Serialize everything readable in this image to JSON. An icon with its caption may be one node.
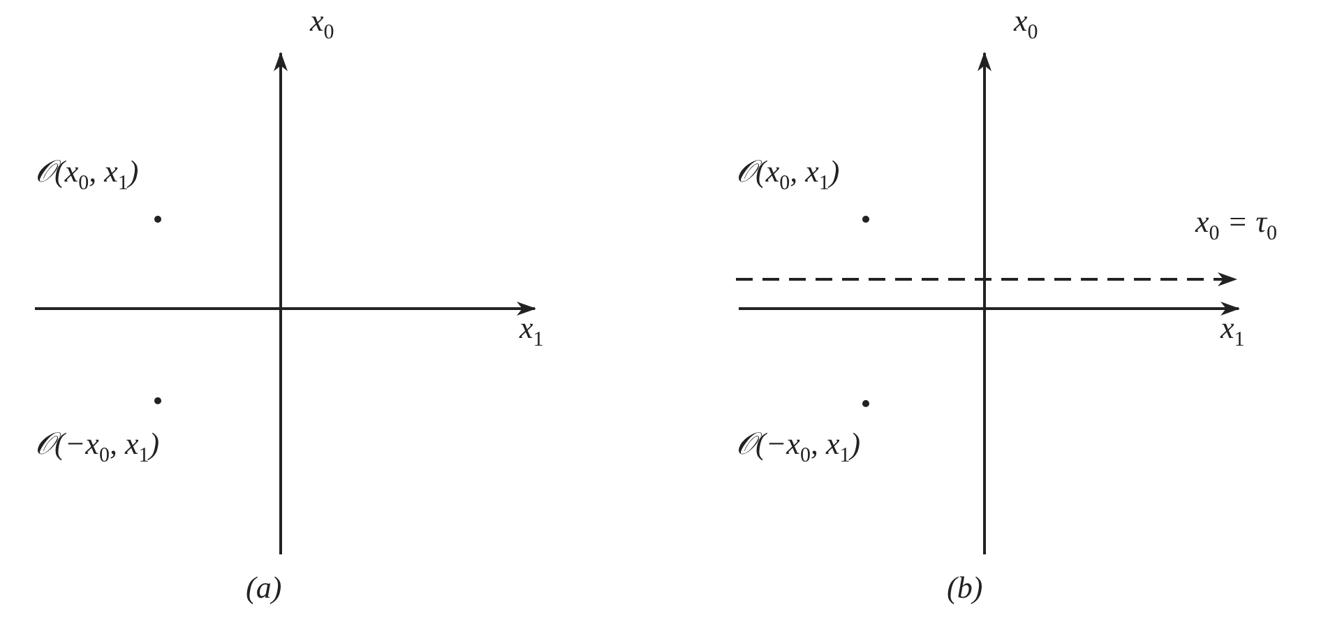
{
  "diagram": {
    "labels": [
      "x$_{0}$",
      "𝒪(x$_{0}$, x$_{1}$)",
      "x$_{1}$",
      "𝒪(−x$_{0}$, x$_{1}$)",
      "(a)",
      "x$_{0}$",
      "𝒪(x$_{0}$, x$_{1}$)",
      "x$_{0}$ = τ$_{0}$",
      "x$_{1}$",
      "𝒪(−x$_{0}$, x$_{1}$)",
      "(b)"
    ]
  }
}
